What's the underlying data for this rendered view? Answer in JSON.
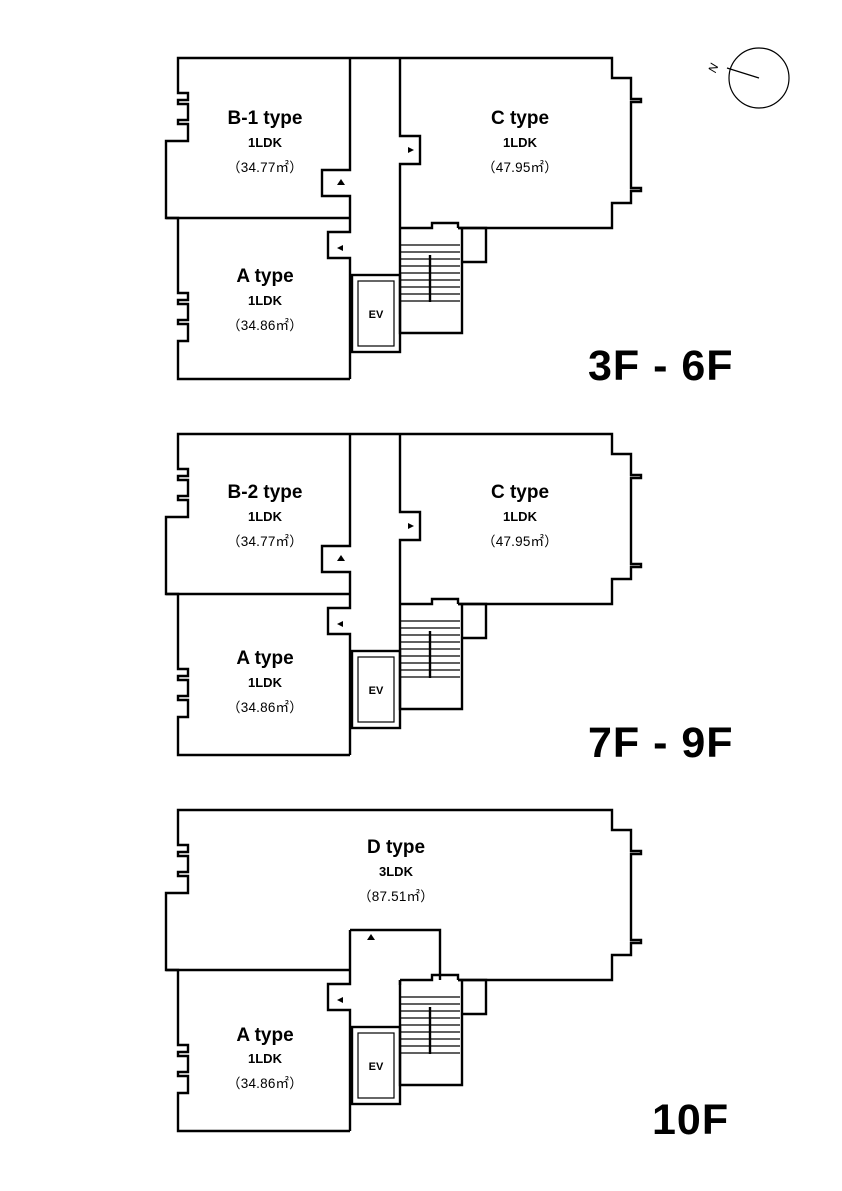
{
  "compass": {
    "label": "N"
  },
  "elevator_label": "EV",
  "floors": [
    {
      "floor_label": "3F - 6F",
      "units": [
        {
          "type": "B-1 type",
          "layout": "1LDK",
          "area": "（34.77㎡）"
        },
        {
          "type": "C type",
          "layout": "1LDK",
          "area": "（47.95㎡）"
        },
        {
          "type": "A type",
          "layout": "1LDK",
          "area": "（34.86㎡）"
        }
      ]
    },
    {
      "floor_label": "7F - 9F",
      "units": [
        {
          "type": "B-2 type",
          "layout": "1LDK",
          "area": "（34.77㎡）"
        },
        {
          "type": "C type",
          "layout": "1LDK",
          "area": "（47.95㎡）"
        },
        {
          "type": "A type",
          "layout": "1LDK",
          "area": "（34.86㎡）"
        }
      ]
    },
    {
      "floor_label": "10F",
      "units": [
        {
          "type": "D type",
          "layout": "3LDK",
          "area": "（87.51㎡）"
        },
        {
          "type": "A type",
          "layout": "1LDK",
          "area": "（34.86㎡）"
        }
      ]
    }
  ]
}
